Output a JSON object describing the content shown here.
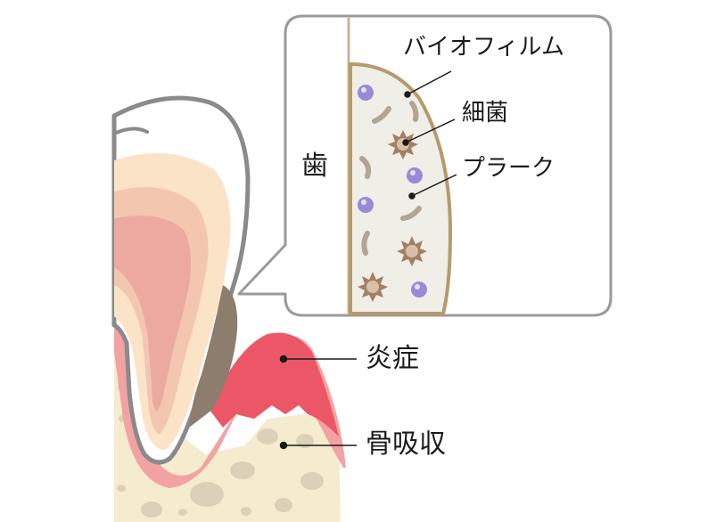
{
  "labels": {
    "tooth": "歯",
    "biofilm": "バイオフィルム",
    "bacteria": "細菌",
    "plaque": "プラーク",
    "inflammation": "炎症",
    "bone_resorption": "骨吸収"
  },
  "colors": {
    "enamel_outline": "#8a8a8a",
    "dentin": "#fbe3c8",
    "pulp_outer": "#f3c6b0",
    "pulp_inner": "#eba9a0",
    "bone": "#f5eccf",
    "bone_spots": "#ddd0b8",
    "gum": "#f3a2a4",
    "inflamed_gum": "#ec5767",
    "tartar": "#8d7d6d",
    "biofilm_fill": "#efeee7",
    "biofilm_edge": "#b59a6c",
    "bacteria_spiky": "#a57f62",
    "bacteria_round": "#9a8ad6",
    "rod_bacteria": "#b3a494",
    "callout_border": "#9a9a9a"
  }
}
